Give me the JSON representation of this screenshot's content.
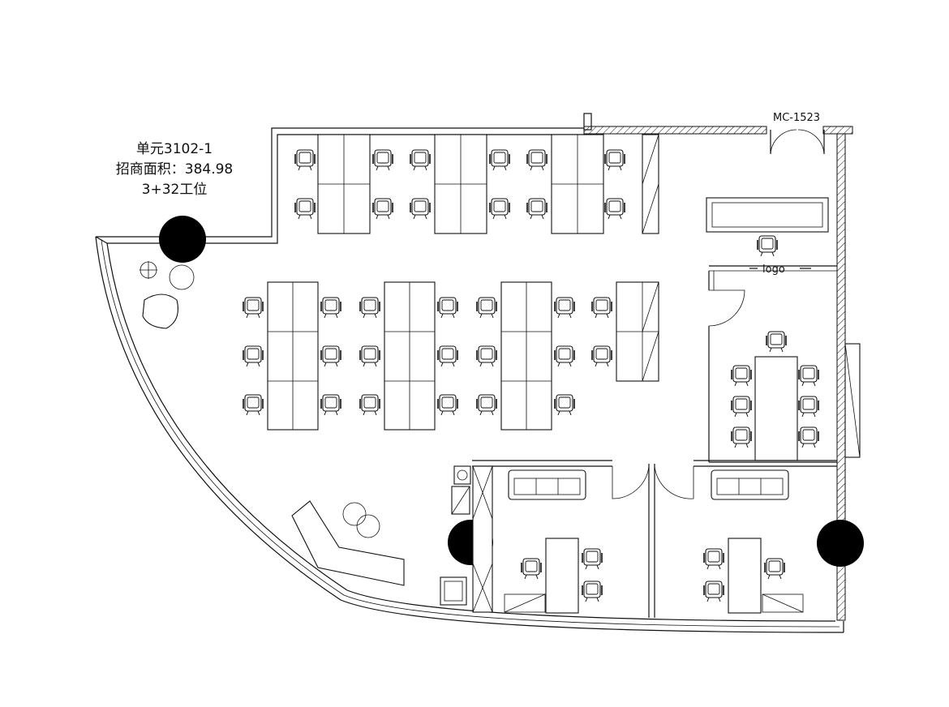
{
  "unit": {
    "name": "单元3102-1",
    "area_line": "招商面积：384.98",
    "workstations": "3+32工位"
  },
  "door_label": "MC-1523",
  "logo_label": "logo"
}
